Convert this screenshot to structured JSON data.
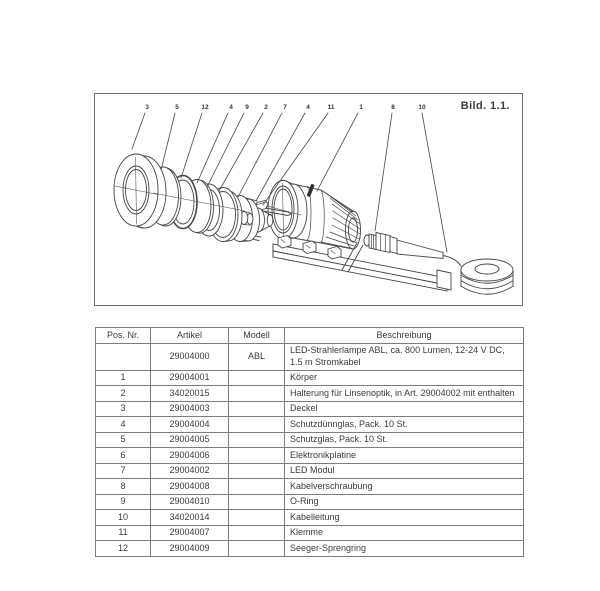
{
  "figure": {
    "caption": "Bild. 1.1.",
    "callouts": [
      {
        "label": "3"
      },
      {
        "label": "5"
      },
      {
        "label": "12"
      },
      {
        "label": "4"
      },
      {
        "label": "9"
      },
      {
        "label": "2"
      },
      {
        "label": "7"
      },
      {
        "label": "4"
      },
      {
        "label": "11"
      },
      {
        "label": "1"
      },
      {
        "label": "8"
      },
      {
        "label": "10"
      }
    ]
  },
  "table": {
    "headers": [
      "Pos. Nr.",
      "Artikel",
      "Modell",
      "Beschreibung"
    ],
    "rows": [
      {
        "pos": "",
        "artikel": "29004000",
        "modell": "ABL",
        "beschreibung": "LED-Strahlerlampe ABL, ca. 800 Lumen,  12-24 V DC, 1.5 m Stromkabel"
      },
      {
        "pos": "1",
        "artikel": "29004001",
        "modell": "",
        "beschreibung": "Körper"
      },
      {
        "pos": "2",
        "artikel": "34020015",
        "modell": "",
        "beschreibung": "Halterung für Linsenoptik, in Art. 29004002 mit enthalten"
      },
      {
        "pos": "3",
        "artikel": "29004003",
        "modell": "",
        "beschreibung": "Deckel"
      },
      {
        "pos": "4",
        "artikel": "29004004",
        "modell": "",
        "beschreibung": "Schutzdünnglas, Pack. 10 St."
      },
      {
        "pos": "5",
        "artikel": "29004005",
        "modell": "",
        "beschreibung": "Schutzglas, Pack. 10 St."
      },
      {
        "pos": "6",
        "artikel": "29004006",
        "modell": "",
        "beschreibung": "Elektronikplatine"
      },
      {
        "pos": "7",
        "artikel": "29004002",
        "modell": "",
        "beschreibung": "LED Modul"
      },
      {
        "pos": "8",
        "artikel": "29004008",
        "modell": "",
        "beschreibung": "Kabelverschraubung"
      },
      {
        "pos": "9",
        "artikel": "29004010",
        "modell": "",
        "beschreibung": "O-Ring"
      },
      {
        "pos": "10",
        "artikel": "34020014",
        "modell": "",
        "beschreibung": "Kabelleitung"
      },
      {
        "pos": "11",
        "artikel": "29004007",
        "modell": "",
        "beschreibung": "Klemme"
      },
      {
        "pos": "12",
        "artikel": "29004009",
        "modell": "",
        "beschreibung": "Seeger-Sprengring"
      }
    ]
  },
  "colors": {
    "line": "#464646",
    "table_border": "#7d7d7d",
    "text": "#3b3b3b"
  }
}
